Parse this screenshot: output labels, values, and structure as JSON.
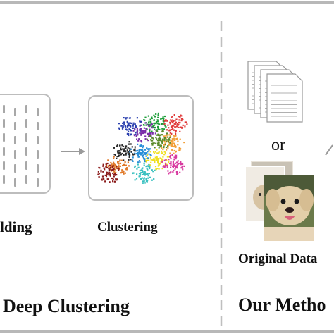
{
  "labels": {
    "embedding_partial": "lding",
    "clustering": "Clustering",
    "or": "or",
    "original_data": "Original Data",
    "deep_clustering": "Deep Clustering",
    "our_method": "Our Metho"
  },
  "icons": {
    "documents": "stacked-documents-icon",
    "dog_photos": "dog-photo-stack-icon",
    "arrows": "arrow-right-icon"
  },
  "colors": {
    "frame": "#b8b8b8",
    "panel_border": "#bdbdbd",
    "divider": "#bfbfbf",
    "arrow": "#9a9a9a",
    "cluster_palette": [
      "#2a3fae",
      "#1e9e3a",
      "#7b2fa8",
      "#e03a3a",
      "#f2a03a",
      "#f0e020",
      "#2a8fd8",
      "#d83aa0",
      "#2a2a2a",
      "#e07a2a",
      "#8a1a1a",
      "#3ac0c0",
      "#5a8a2a"
    ]
  }
}
